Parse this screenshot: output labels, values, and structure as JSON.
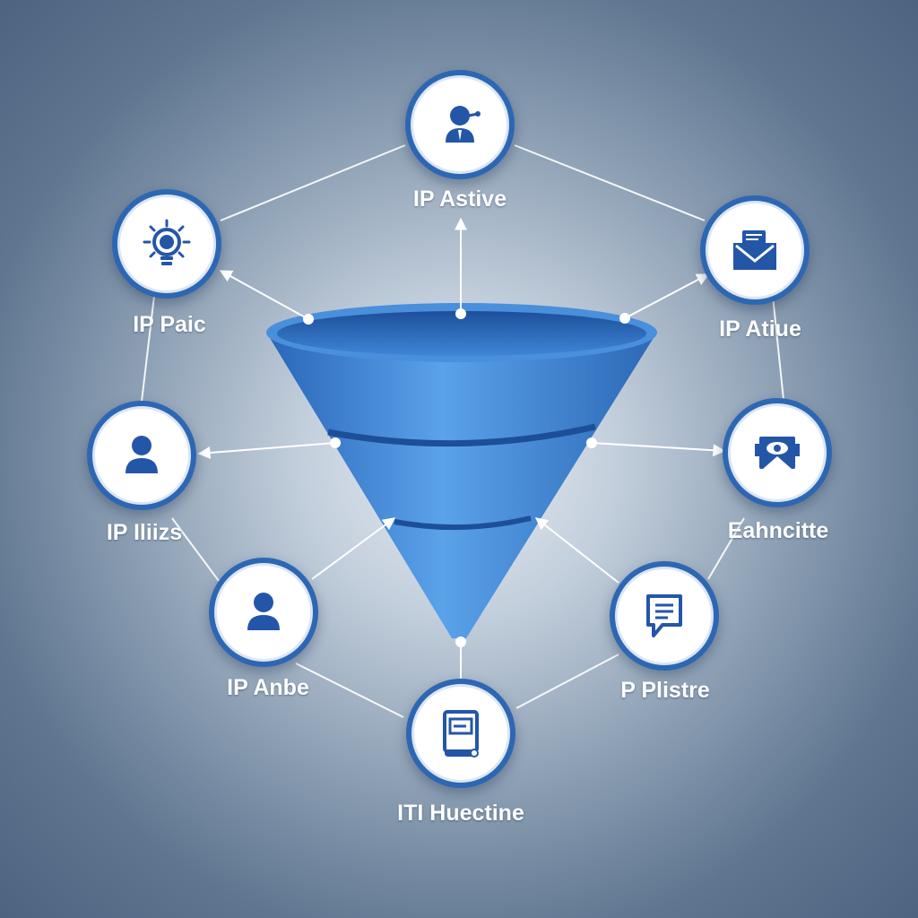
{
  "colors": {
    "node_ring": "#2d67b4",
    "icon": "#2456a8",
    "funnel": "#3f86d6",
    "connector": "#ffffff",
    "label": "#ffffff"
  },
  "nodes": [
    {
      "id": "top",
      "label": "IP Astive",
      "icon": "person-with-headset-icon"
    },
    {
      "id": "upper-left",
      "label": "IP Paic",
      "icon": "lightbulb-icon"
    },
    {
      "id": "upper-right",
      "label": "IP Atiue",
      "icon": "envelope-icon"
    },
    {
      "id": "middle-left",
      "label": "IP Iliizs",
      "icon": "person-icon"
    },
    {
      "id": "middle-right",
      "label": "Eahncitte",
      "icon": "eye-icon"
    },
    {
      "id": "lower-left",
      "label": "IP Anbe",
      "icon": "person-icon"
    },
    {
      "id": "lower-right",
      "label": "P Plistre",
      "icon": "speech-bubble-icon"
    },
    {
      "id": "bottom",
      "label": "ITI Huectine",
      "icon": "book-icon"
    }
  ]
}
